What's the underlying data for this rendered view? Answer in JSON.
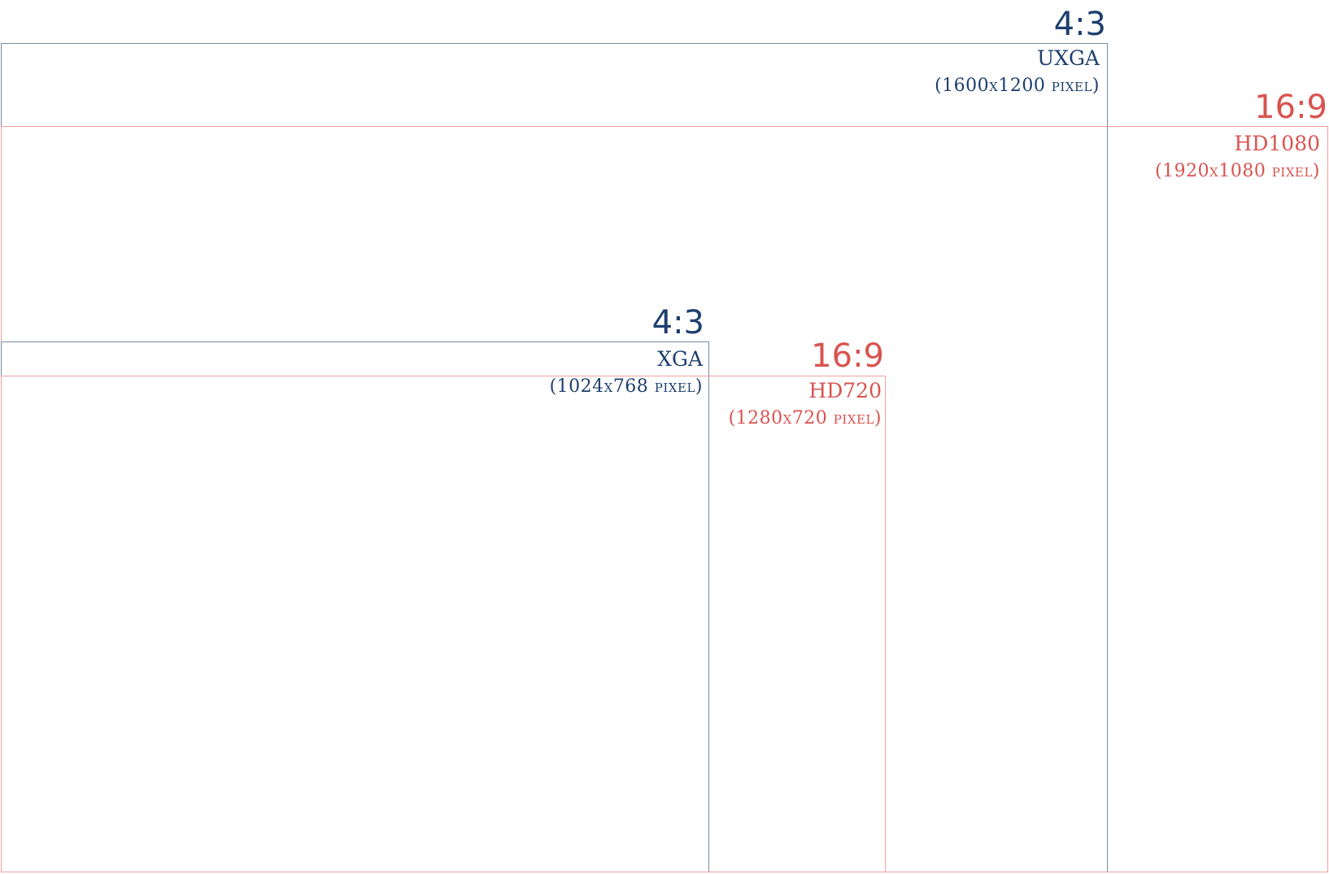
{
  "colors": {
    "four_three": "#1d3f6e",
    "sixteen_nine": "#d9534f"
  },
  "resolutions": {
    "uxga": {
      "ratio": "4:3",
      "name": "UXGA",
      "pixels": "(1600x1200 pixel)"
    },
    "hd1080": {
      "ratio": "16:9",
      "name": "HD1080",
      "pixels": "(1920x1080 pixel)"
    },
    "xga": {
      "ratio": "4:3",
      "name": "XGA",
      "pixels": "(1024x768 pixel)"
    },
    "hd720": {
      "ratio": "16:9",
      "name": "HD720",
      "pixels": "(1280x720 pixel)"
    }
  }
}
